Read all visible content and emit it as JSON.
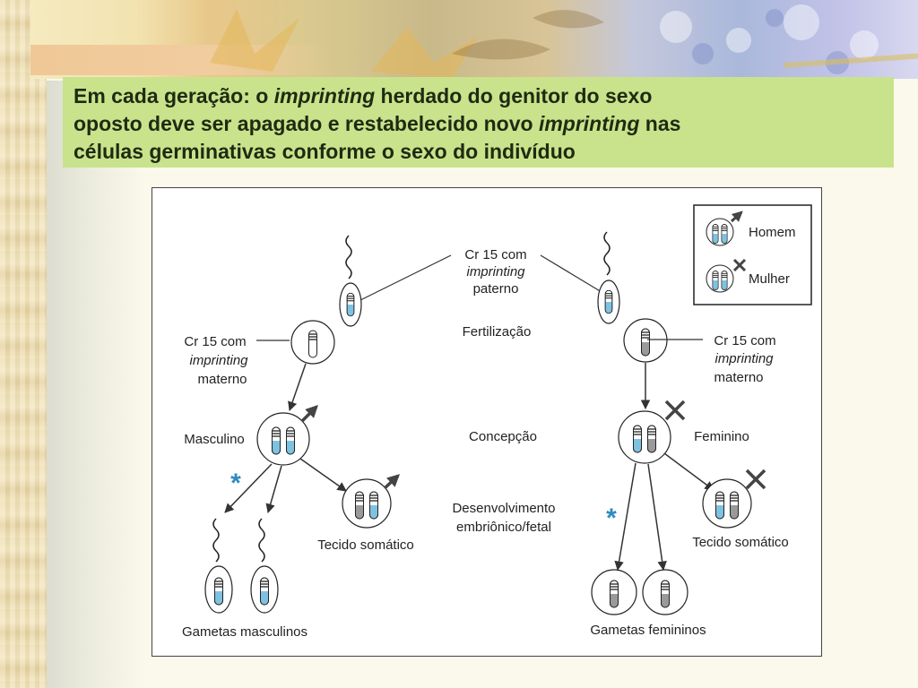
{
  "header": {
    "line1_a": "Em cada geração: o ",
    "line1_b": "imprinting",
    "line1_c": " herdado do genitor do sexo",
    "line2_a": "oposto deve ser apagado e restabelecido novo ",
    "line2_b": "imprinting",
    "line2_c": " nas",
    "line3": "células germinativas conforme o sexo do indivíduo"
  },
  "legend": {
    "male": "Homem",
    "female": "Mulher"
  },
  "center": {
    "cr15_l1": "Cr 15 com",
    "cr15_l2": "imprinting",
    "cr15_l3": "paterno",
    "fertilizacao": "Fertilização",
    "concepcao": "Concepção",
    "desenvolvimento_l1": "Desenvolvimento",
    "desenvolvimento_l2": "embriônico/fetal"
  },
  "left": {
    "cr15_l1": "Cr 15 com",
    "cr15_l2": "imprinting",
    "cr15_l3": "materno",
    "masculino": "Masculino",
    "tecido": "Tecido somático",
    "gametas": "Gametas masculinos",
    "asterisk": "*"
  },
  "right": {
    "cr15_l1": "Cr 15 com",
    "cr15_l2": "imprinting",
    "cr15_l3": "materno",
    "feminino": "Feminino",
    "tecido": "Tecido somático",
    "gametas": "Gametas femininos",
    "asterisk": "*"
  },
  "colors": {
    "title_bg": "#c8e38b",
    "paternal_blue": "#7fc2e0",
    "maternal_gray": "#9a9a9a",
    "asterisk_blue": "#2d8bbf",
    "line": "#333333"
  }
}
